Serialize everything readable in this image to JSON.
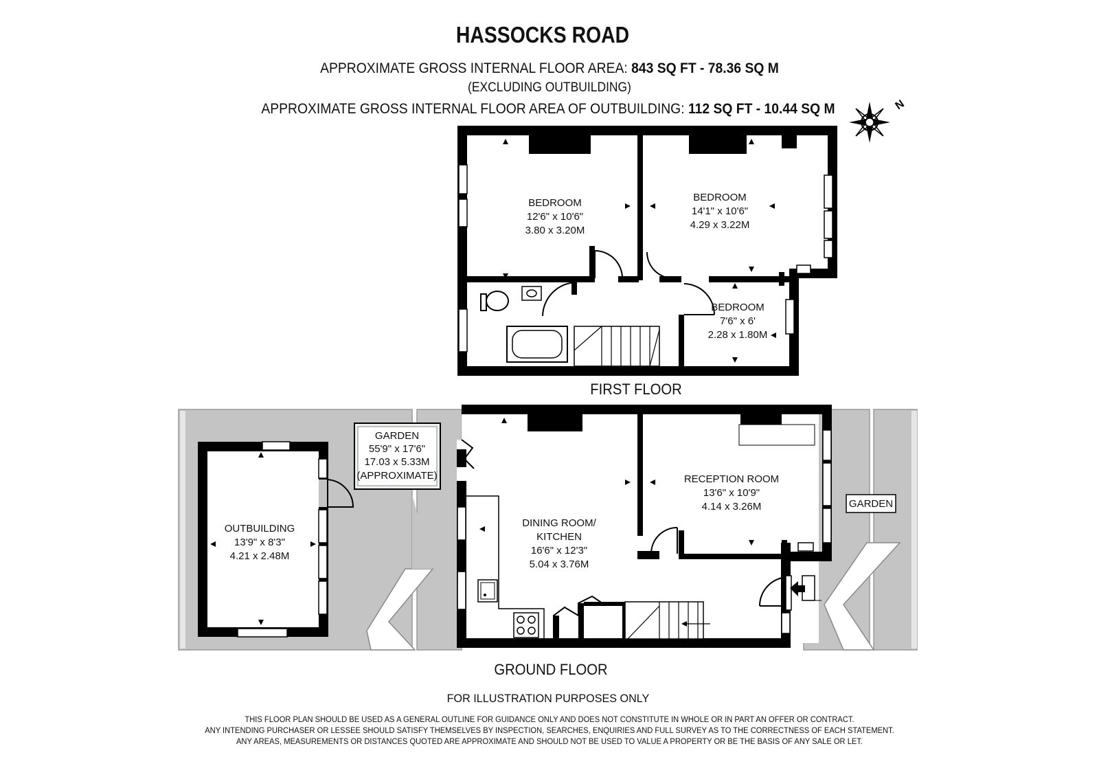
{
  "header": {
    "title": "HASSOCKS ROAD",
    "area_label": "APPROXIMATE GROSS INTERNAL FLOOR AREA:",
    "area_value": "843 SQ FT  -  78.36 SQ M",
    "area_note": "(EXCLUDING OUTBUILDING)",
    "outbuilding_label": "APPROXIMATE GROSS INTERNAL FLOOR AREA OF OUTBUILDING:",
    "outbuilding_value": "112 SQ FT  -  10.44 SQ M"
  },
  "compass": {
    "icon": "compass-rose-icon",
    "label": "N"
  },
  "first_floor": {
    "label": "FIRST FLOOR",
    "rooms": [
      {
        "name": "BEDROOM",
        "imperial": "12'6\" x 10'6\"",
        "metric": "3.80 x 3.20M"
      },
      {
        "name": "BEDROOM",
        "imperial": "14'1\" x 10'6\"",
        "metric": "4.29 x 3.22M"
      },
      {
        "name": "BEDROOM",
        "imperial": "7'6\" x 6'",
        "metric": "2.28 x 1.80M"
      }
    ]
  },
  "ground_floor": {
    "label": "GROUND FLOOR",
    "rooms": [
      {
        "name": "DINING ROOM/",
        "name2": "KITCHEN",
        "imperial": "16'6\" x 12'3\"",
        "metric": "5.04 x 3.76M"
      },
      {
        "name": "RECEPTION ROOM",
        "imperial": "13'6\" x 10'9\"",
        "metric": "4.14 x 3.26M"
      },
      {
        "name": "OUTBUILDING",
        "imperial": "13'9\" x 8'3\"",
        "metric": "4.21 x 2.48M"
      }
    ],
    "garden_rear": {
      "name": "GARDEN",
      "imperial": "55'9\" x 17'6\"",
      "metric": "17.03 x 5.33M",
      "note": "(APPROXIMATE)"
    },
    "garden_front": {
      "name": "GARDEN"
    }
  },
  "footer": {
    "illustration": "FOR ILLUSTRATION PURPOSES ONLY",
    "disclaimer": [
      "THIS FLOOR PLAN SHOULD BE USED AS A GENERAL OUTLINE FOR GUIDANCE ONLY AND DOES NOT CONSTITUTE IN WHOLE OR IN PART AN OFFER OR CONTRACT.",
      "ANY INTENDING PURCHASER OR LESSEE SHOULD SATISFY THEMSELVES BY INSPECTION, SEARCHES, ENQUIRIES AND FULL SURVEY AS TO THE CORRECTNESS OF EACH STATEMENT.",
      "ANY AREAS, MEASUREMENTS OR DISTANCES QUOTED ARE APPROXIMATE AND SHOULD NOT BE USED TO VALUE A PROPERTY OR BE THE BASIS OF ANY SALE OR LET."
    ]
  },
  "colors": {
    "wall": "#000000",
    "garden": "#c4c4c4",
    "window": "#ffffff"
  }
}
